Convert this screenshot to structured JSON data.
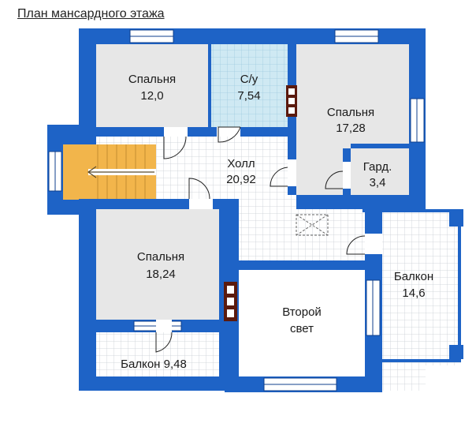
{
  "title": "План мансардного этажа",
  "colors": {
    "wall": "#1e63c6",
    "wall_edge": "#0f3f8c",
    "room_fill": "#e7e7e7",
    "bath_fill": "#cfe9f3",
    "tile_grid": "#c9ced4",
    "stairs": "#f2b54b",
    "window_frame": "#ffffff"
  },
  "rooms": [
    {
      "name": "Спальня",
      "area": "12,0"
    },
    {
      "name": "С/у",
      "area": "7,54"
    },
    {
      "name": "Спальня",
      "area": "17,28"
    },
    {
      "name": "Гард.",
      "area": "3,4"
    },
    {
      "name": "Холл",
      "area": "20,92"
    },
    {
      "name": "Спальня",
      "area": "18,24"
    },
    {
      "name": "Второй",
      "area": "свет"
    },
    {
      "name": "Балкон",
      "area": "14,6"
    },
    {
      "name": "Балкон 9,48",
      "area": ""
    }
  ]
}
